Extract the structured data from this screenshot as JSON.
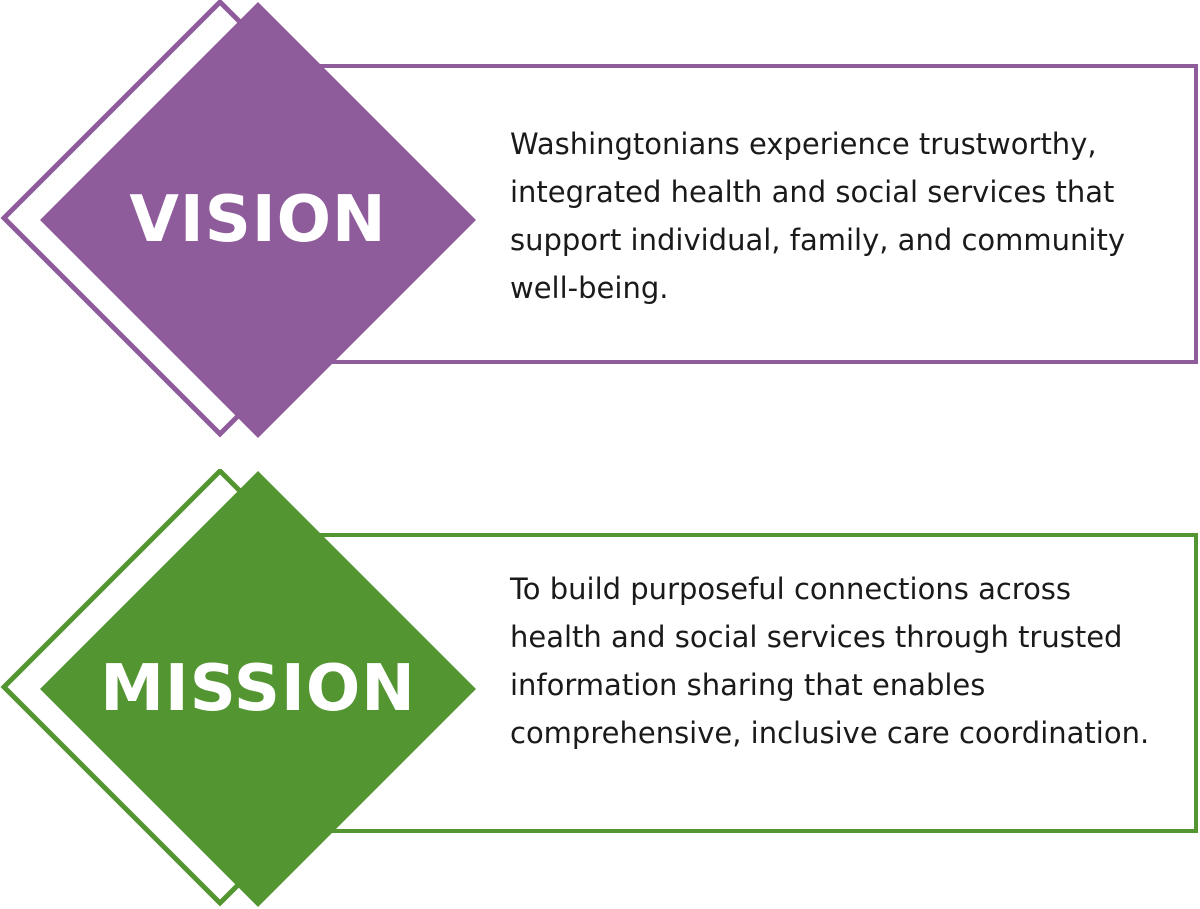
{
  "colors": {
    "vision": "#8e5b9b",
    "mission": "#529531",
    "text": "#1a1a1a",
    "background": "#ffffff"
  },
  "vision": {
    "label": "VISION",
    "statement": "Washingtonians experience trustworthy, integrated health and social services that support individual, family, and community well-being."
  },
  "mission": {
    "label": "MISSION",
    "statement": "To build purposeful connections across health and social services through trusted information sharing that enables comprehensive, inclusive care coordination."
  }
}
